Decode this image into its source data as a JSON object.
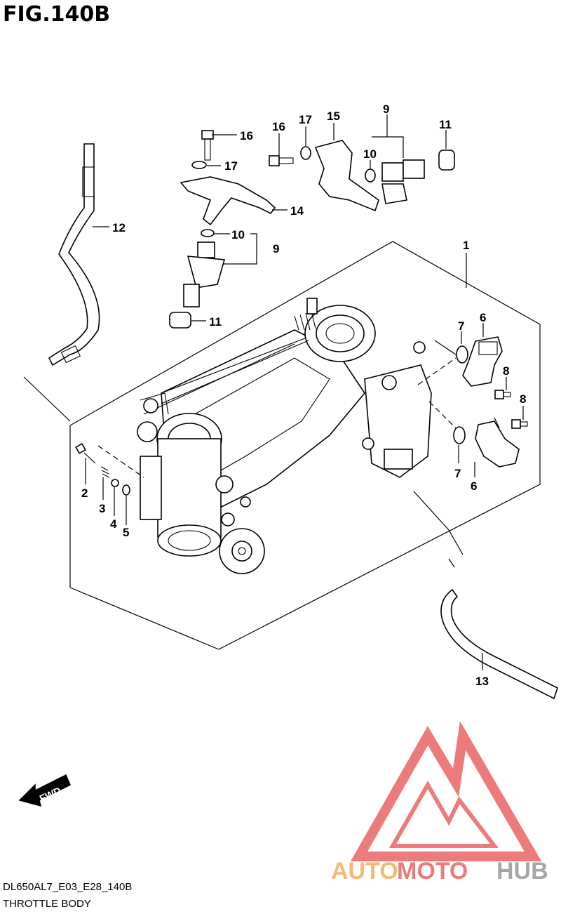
{
  "figure": {
    "title": "FIG.140B"
  },
  "callouts": {
    "c1": "1",
    "c2": "2",
    "c3": "3",
    "c4": "4",
    "c5": "5",
    "c6a": "6",
    "c6b": "6",
    "c7a": "7",
    "c7b": "7",
    "c8a": "8",
    "c8b": "8",
    "c9a": "9",
    "c9b": "9",
    "c10a": "10",
    "c10b": "10",
    "c11a": "11",
    "c11b": "11",
    "c12": "12",
    "c13": "13",
    "c14": "14",
    "c15": "15",
    "c16a": "16",
    "c16b": "16",
    "c17a": "17",
    "c17b": "17"
  },
  "fwd_arrow": {
    "label": "FWD"
  },
  "footer": {
    "code": "DL650AL7_E03_E28_140B",
    "caption": "THROTTLE BODY"
  },
  "watermark": {
    "part1": "AUTO",
    "part2": "MOTO",
    "part3": "HUB",
    "colors": {
      "red": "#e8504f",
      "orange": "#f2a24a",
      "gray": "#8a8a8a"
    }
  }
}
